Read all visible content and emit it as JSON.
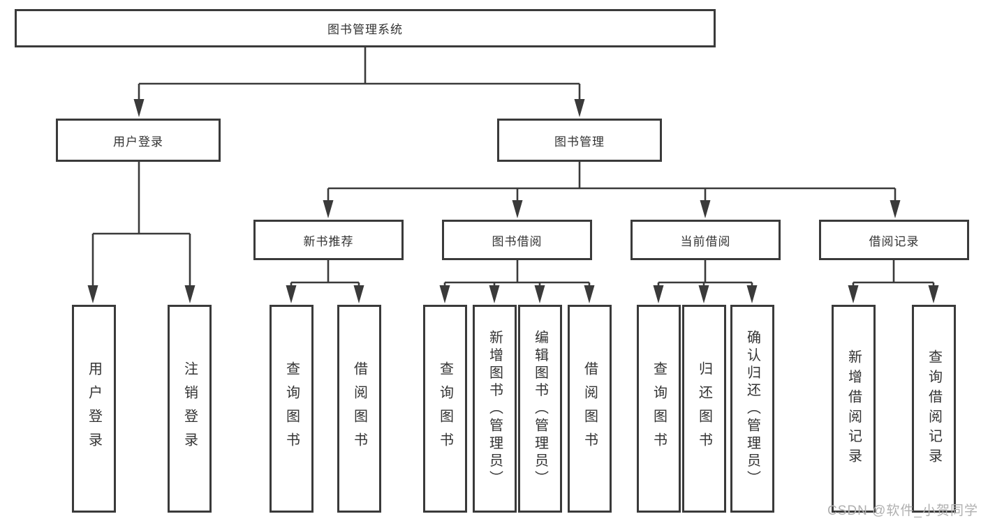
{
  "tree": {
    "label": "图书管理系统",
    "children": [
      {
        "label": "用户登录",
        "children": [
          {
            "label": "用户登录"
          },
          {
            "label": "注销登录"
          }
        ]
      },
      {
        "label": "图书管理",
        "children": [
          {
            "label": "新书推荐",
            "children": [
              {
                "label": "查询图书"
              },
              {
                "label": "借阅图书"
              }
            ]
          },
          {
            "label": "图书借阅",
            "children": [
              {
                "label": "查询图书"
              },
              {
                "label": "新增图书（管理员）"
              },
              {
                "label": "编辑图书（管理员）"
              },
              {
                "label": "借阅图书"
              }
            ]
          },
          {
            "label": "当前借阅",
            "children": [
              {
                "label": "查询图书"
              },
              {
                "label": "归还图书"
              },
              {
                "label": "确认归还（管理员）"
              }
            ]
          },
          {
            "label": "借阅记录",
            "children": [
              {
                "label": "新增借阅记录"
              },
              {
                "label": "查询借阅记录"
              }
            ]
          }
        ]
      }
    ]
  },
  "watermark": {
    "text": "CSDN @软件_小贺同学"
  },
  "colors": {
    "line": "#3a3a3a",
    "text": "#333333",
    "background": "#ffffff",
    "watermark": "#b0b0b0"
  }
}
